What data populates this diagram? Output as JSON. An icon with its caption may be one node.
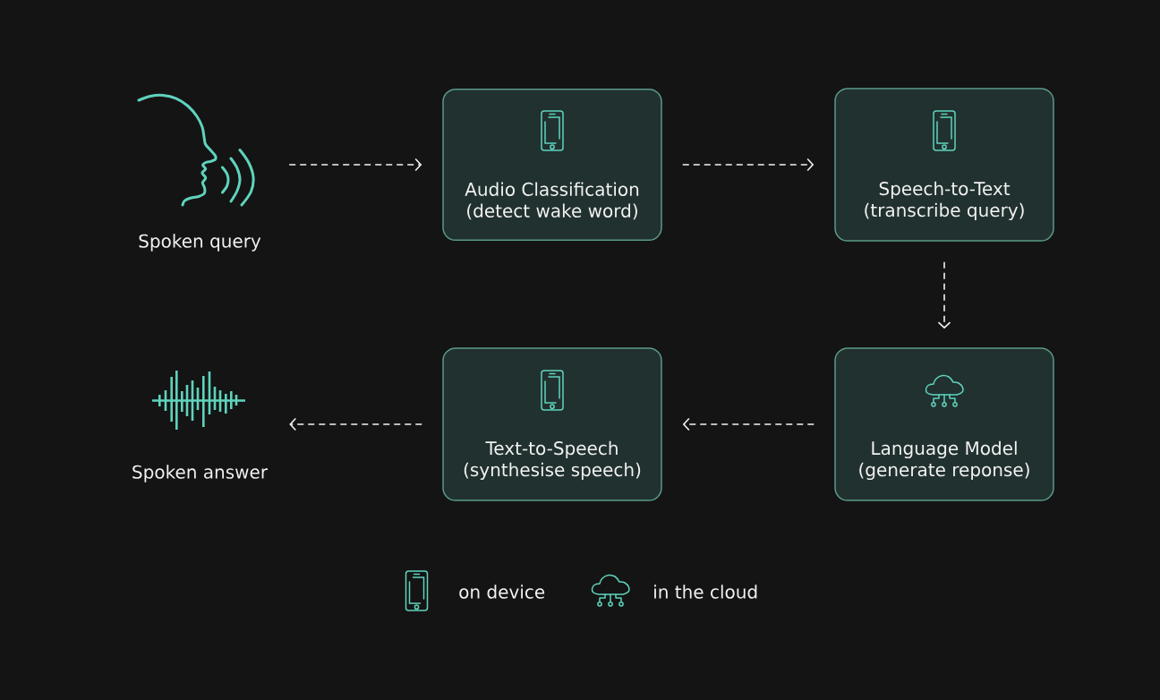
{
  "diagram": {
    "nodes": [
      {
        "text": [],
        "shape": "picture",
        "beside": [
          "Spoken query"
        ]
      },
      {
        "text": [
          "Audio Classification (detect wake word)"
        ]
      },
      {
        "text": [
          "Speech-to-Text (transcribe query)"
        ]
      },
      {
        "text": [],
        "shape": "picture",
        "beside": [
          "Spoken answer"
        ]
      },
      {
        "text": [
          "Text-to-Speech (synthesise speech)"
        ]
      },
      {
        "text": [
          "Language Model (generate reponse)"
        ]
      }
    ],
    "edges": [
      {
        "from": 0,
        "to": 1,
        "arrow": "to",
        "style": "dashed"
      },
      {
        "from": 1,
        "to": 2,
        "arrow": "to",
        "style": "dashed"
      },
      {
        "from": 2,
        "to": 5,
        "arrow": "to",
        "style": "dashed"
      },
      {
        "from": 5,
        "to": 4,
        "arrow": "to",
        "style": "dashed"
      },
      {
        "from": 4,
        "to": 3,
        "arrow": "to",
        "style": "dashed"
      }
    ],
    "legend": [
      {
        "text": "on device"
      },
      {
        "text": "in the cloud"
      }
    ]
  }
}
